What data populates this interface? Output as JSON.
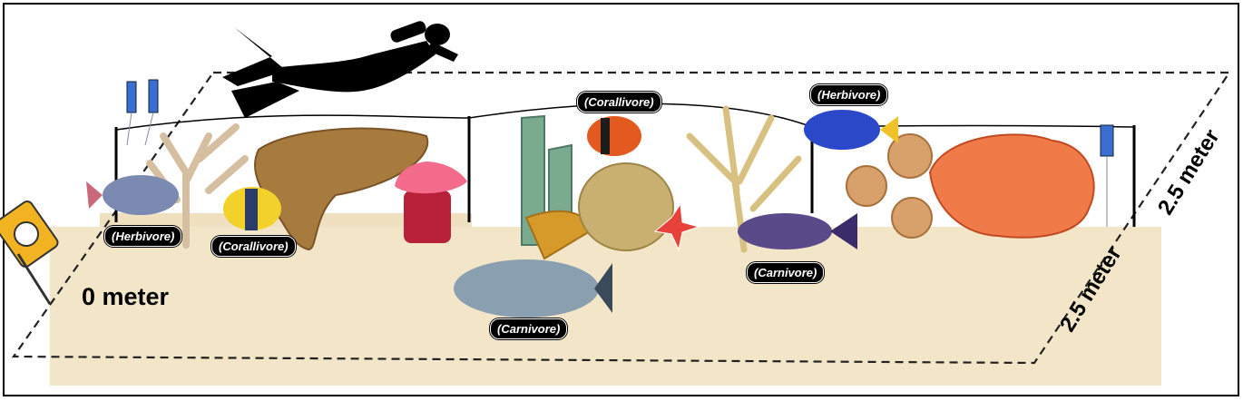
{
  "labels": {
    "start": "0 meter",
    "width": "2.5 meter",
    "length": "2.5 meter"
  },
  "tags": {
    "herbivore_left": "(Herbivore)",
    "corallivore_left": "(Corallivore)",
    "corallivore_top": "(Corallivore)",
    "herbivore_right": "(Herbivore)",
    "carnivore_right": "(Carnivore)",
    "carnivore_bottom": "(Carnivore)"
  },
  "colors": {
    "seabed": "#f3e6c8",
    "frame": "#000000",
    "border": "#000000"
  }
}
